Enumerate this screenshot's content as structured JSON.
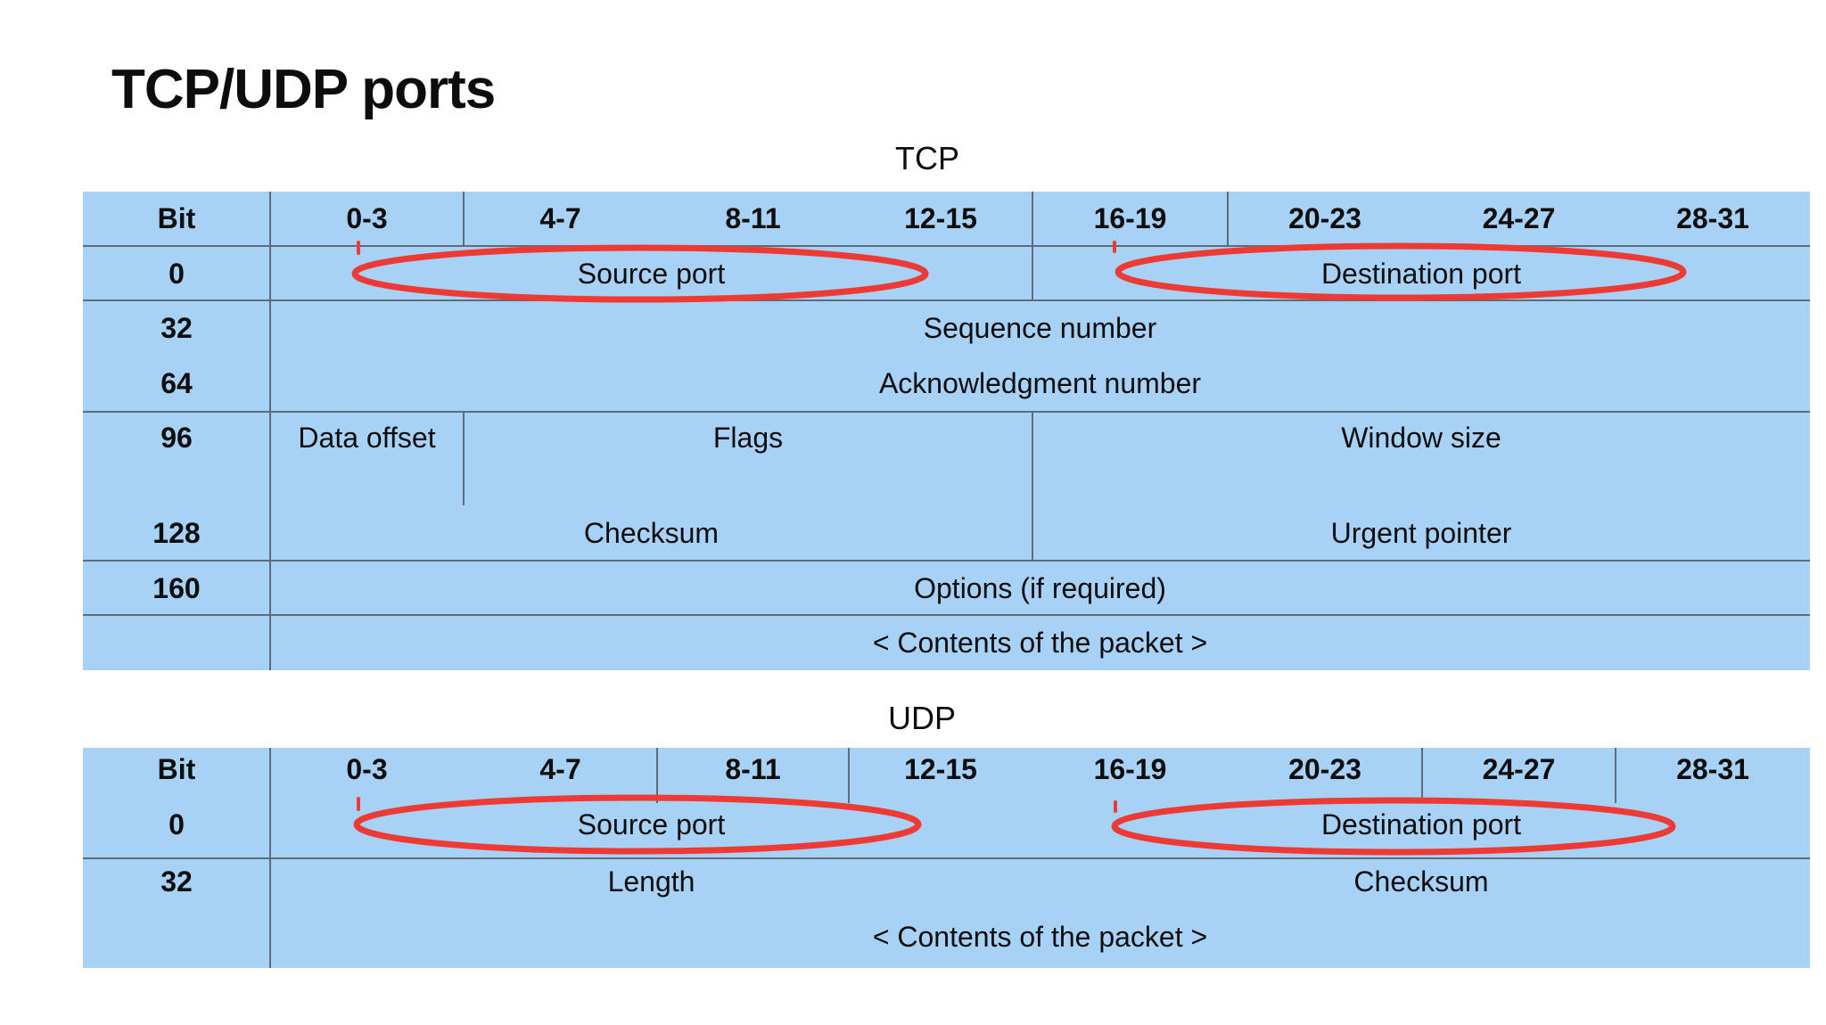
{
  "page": {
    "title": "TCP/UDP ports",
    "background": "#ffffff"
  },
  "colors": {
    "table_fill": "#a7d2f6",
    "grid_line": "#5d6c7b",
    "text": "#0d0d0d",
    "highlight_red": "#ee3a35"
  },
  "tables": [
    {
      "id": "tcp",
      "caption": "TCP",
      "header": [
        "Bit",
        "0-3",
        "4-7",
        "8-11",
        "12-15",
        "16-19",
        "20-23",
        "24-27",
        "28-31"
      ],
      "rows": [
        {
          "bit": "0",
          "fields": [
            {
              "text": "Source port",
              "bits": "0-15",
              "highlighted": true
            },
            {
              "text": "Destination port",
              "bits": "16-31",
              "highlighted": true
            }
          ]
        },
        {
          "bit": "32",
          "fields": [
            {
              "text": "Sequence number",
              "bits": "0-31"
            }
          ]
        },
        {
          "bit": "64",
          "fields": [
            {
              "text": "Acknowledgment number",
              "bits": "0-31"
            }
          ]
        },
        {
          "bit": "96",
          "fields": [
            {
              "text": "Data offset",
              "bits": "0-3"
            },
            {
              "text": "Flags",
              "bits": "4-15"
            },
            {
              "text": "Window size",
              "bits": "16-31"
            }
          ]
        },
        {
          "bit": "128",
          "fields": [
            {
              "text": "Checksum",
              "bits": "0-15"
            },
            {
              "text": "Urgent pointer",
              "bits": "16-31"
            }
          ]
        },
        {
          "bit": "160",
          "fields": [
            {
              "text": "Options (if required)",
              "bits": "0-31"
            }
          ]
        },
        {
          "bit": "",
          "fields": [
            {
              "text": "< Contents of the packet >",
              "bits": "0-31"
            }
          ]
        }
      ]
    },
    {
      "id": "udp",
      "caption": "UDP",
      "header": [
        "Bit",
        "0-3",
        "4-7",
        "8-11",
        "12-15",
        "16-19",
        "20-23",
        "24-27",
        "28-31"
      ],
      "rows": [
        {
          "bit": "0",
          "fields": [
            {
              "text": "Source port",
              "bits": "0-15",
              "highlighted": true
            },
            {
              "text": "Destination port",
              "bits": "16-31",
              "highlighted": true
            }
          ]
        },
        {
          "bit": "32",
          "fields": [
            {
              "text": "Length",
              "bits": "0-15"
            },
            {
              "text": "Checksum",
              "bits": "16-31"
            }
          ]
        },
        {
          "bit": "",
          "fields": [
            {
              "text": "< Contents of the packet >",
              "bits": "0-31"
            }
          ]
        }
      ]
    }
  ],
  "annotations": {
    "circled_fields": [
      "TCP Source port",
      "TCP Destination port",
      "UDP Source port",
      "UDP Destination port"
    ],
    "color": "#ee3a35"
  }
}
